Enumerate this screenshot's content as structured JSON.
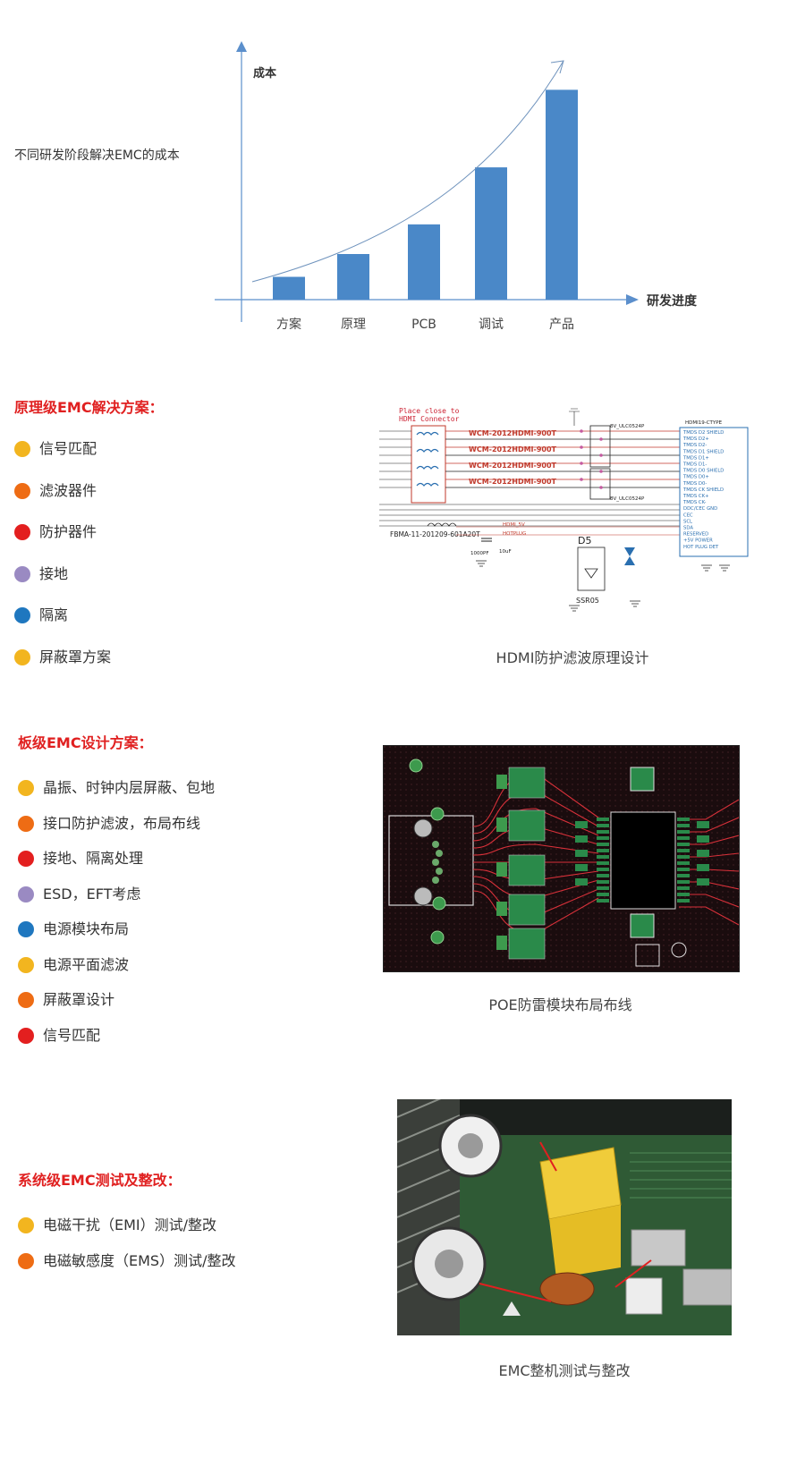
{
  "cost_chart": {
    "side_title": "不同研发阶段解决EMC的成本",
    "chart_data": {
      "type": "bar",
      "categories": [
        "方案",
        "原理",
        "PCB",
        "调试",
        "产品"
      ],
      "values": [
        1,
        2,
        3.3,
        5.8,
        9.2
      ],
      "ylabel": "成本",
      "xlabel": "研发进度",
      "ylim": [
        0,
        10
      ],
      "trend_curve": true,
      "bar_color": "#4a88c8",
      "axis_color": "#5b8fcc"
    }
  },
  "section1": {
    "title": "原理级EMC解决方案：",
    "items": [
      {
        "label": "信号匹配",
        "color": "#f2b51f"
      },
      {
        "label": "滤波器件",
        "color": "#ee6c14"
      },
      {
        "label": "防护器件",
        "color": "#e31f1f"
      },
      {
        "label": "接地",
        "color": "#9a8ac2"
      },
      {
        "label": "隔离",
        "color": "#1f77bf"
      },
      {
        "label": "屏蔽罩方案",
        "color": "#f2b51f"
      }
    ],
    "figure": {
      "caption": "HDMI防护滤波原理设计",
      "note_line1": "Place close to",
      "note_line2": "HDMI Connector",
      "parts": [
        "WCM-2012HDMI-900T",
        "WCM-2012HDMI-900T",
        "WCM-2012HDMI-900T",
        "WCM-2012HDMI-900T"
      ],
      "filter": "FBMA-11-201209-601A20T",
      "diode": "D5",
      "diode_part": "SSR05",
      "esd_part": "8V_ULC0524P",
      "connector": "HDMI19-CTYPE",
      "hdmi_5v": "HDMI_5V",
      "hotplug": "HOTPLUG",
      "cap1": "1000PF",
      "cap2": "10uF",
      "pins": [
        "TMDS D2 SHIELD",
        "TMDS D2+",
        "TMDS D2-",
        "TMDS D1 SHIELD",
        "TMDS D1+",
        "TMDS D1-",
        "TMDS D0 SHIELD",
        "TMDS D0+",
        "TMDS D0-",
        "TMDS CK SHIELD",
        "TMDS CK+",
        "TMDS CK-",
        "DDC/CEC GND",
        "CEC",
        "SCL",
        "SDA",
        "RESERVED",
        "+5V POWER",
        "HOT PLUG DET"
      ]
    }
  },
  "section2": {
    "title": "板级EMC设计方案：",
    "items": [
      {
        "label": "晶振、时钟内层屏蔽、包地",
        "color": "#f2b51f"
      },
      {
        "label": "接口防护滤波，布局布线",
        "color": "#ee6c14"
      },
      {
        "label": "接地、隔离处理",
        "color": "#e31f1f"
      },
      {
        "label": "ESD，EFT考虑",
        "color": "#9a8ac2"
      },
      {
        "label": "电源模块布局",
        "color": "#1f77bf"
      },
      {
        "label": "电源平面滤波",
        "color": "#f2b51f"
      },
      {
        "label": "屏蔽罩设计",
        "color": "#ee6c14"
      },
      {
        "label": "信号匹配",
        "color": "#e31f1f"
      }
    ],
    "figure": {
      "caption": "POE防雷模块布局布线"
    }
  },
  "section3": {
    "title": "系统级EMC测试及整改：",
    "items": [
      {
        "label": "电磁干扰（EMI）测试/整改",
        "color": "#f2b51f"
      },
      {
        "label": "电磁敏感度（EMS）测试/整改",
        "color": "#ee6c14"
      }
    ],
    "figure": {
      "caption": "EMC整机测试与整改"
    }
  }
}
